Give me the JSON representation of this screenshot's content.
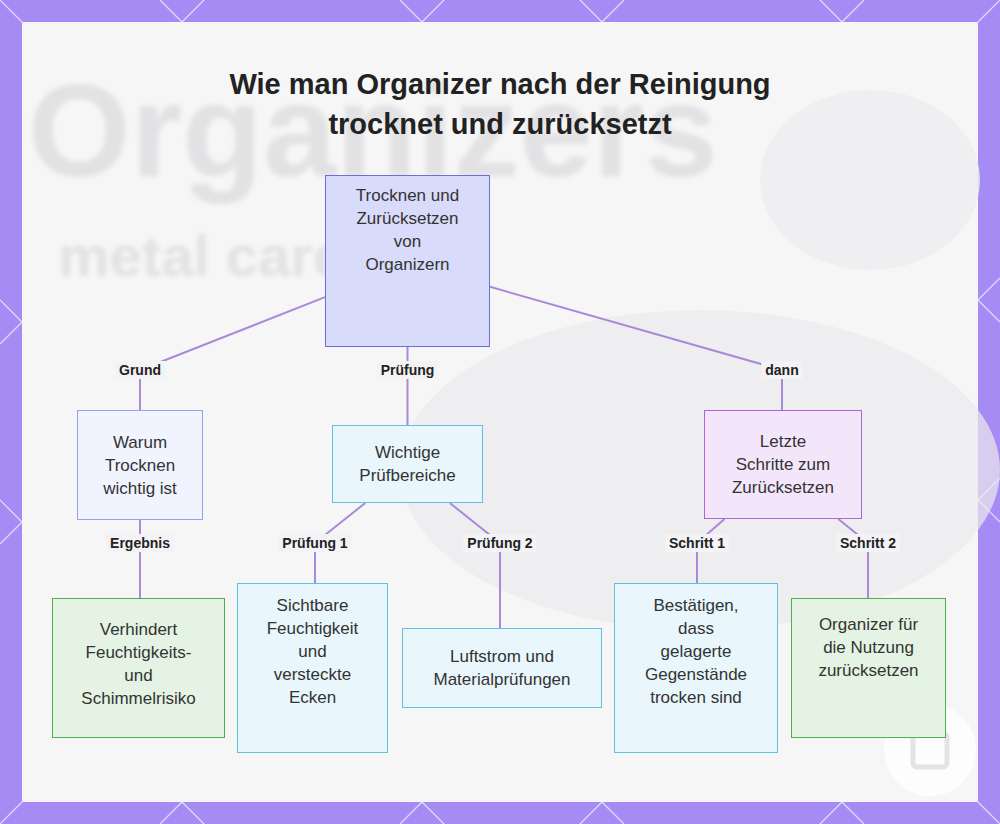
{
  "diagram": {
    "title": "Wie man Organizer nach der Reinigung trocknet und zurücksetzt",
    "nodes": [
      {
        "text": [
          "Trocknen und Zurücksetzen von Organizern"
        ]
      },
      {
        "text": [
          "Warum Trocknen wichtig ist"
        ]
      },
      {
        "text": [
          "Wichtige Prüfbereiche"
        ]
      },
      {
        "text": [
          "Letzte Schritte zum Zurücksetzen"
        ]
      },
      {
        "text": [
          "Verhindert Feuchtigkeits- und Schimmelrisiko"
        ]
      },
      {
        "text": [
          "Sichtbare Feuchtigkeit und versteckte Ecken"
        ]
      },
      {
        "text": [
          "Luftstrom und Materialprüfungen"
        ]
      },
      {
        "text": [
          "Bestätigen, dass gelagerte Gegenstände trocken sind"
        ]
      },
      {
        "text": [
          "Organizer für die Nutzung zurücksetzen"
        ]
      }
    ],
    "edges": [
      {
        "from": 0,
        "to": 1,
        "label": "Grund",
        "arrow": "none"
      },
      {
        "from": 0,
        "to": 2,
        "label": "Prüfung",
        "arrow": "none"
      },
      {
        "from": 0,
        "to": 3,
        "label": "dann",
        "arrow": "none"
      },
      {
        "from": 1,
        "to": 4,
        "label": "Ergebnis",
        "arrow": "none"
      },
      {
        "from": 2,
        "to": 5,
        "label": "Prüfung 1",
        "arrow": "none"
      },
      {
        "from": 2,
        "to": 6,
        "label": "Prüfung 2",
        "arrow": "none"
      },
      {
        "from": 3,
        "to": 7,
        "label": "Schritt 1",
        "arrow": "none"
      },
      {
        "from": 3,
        "to": 8,
        "label": "Schritt 2",
        "arrow": "none"
      }
    ],
    "labels": [
      "Organizers",
      "metal care"
    ]
  }
}
